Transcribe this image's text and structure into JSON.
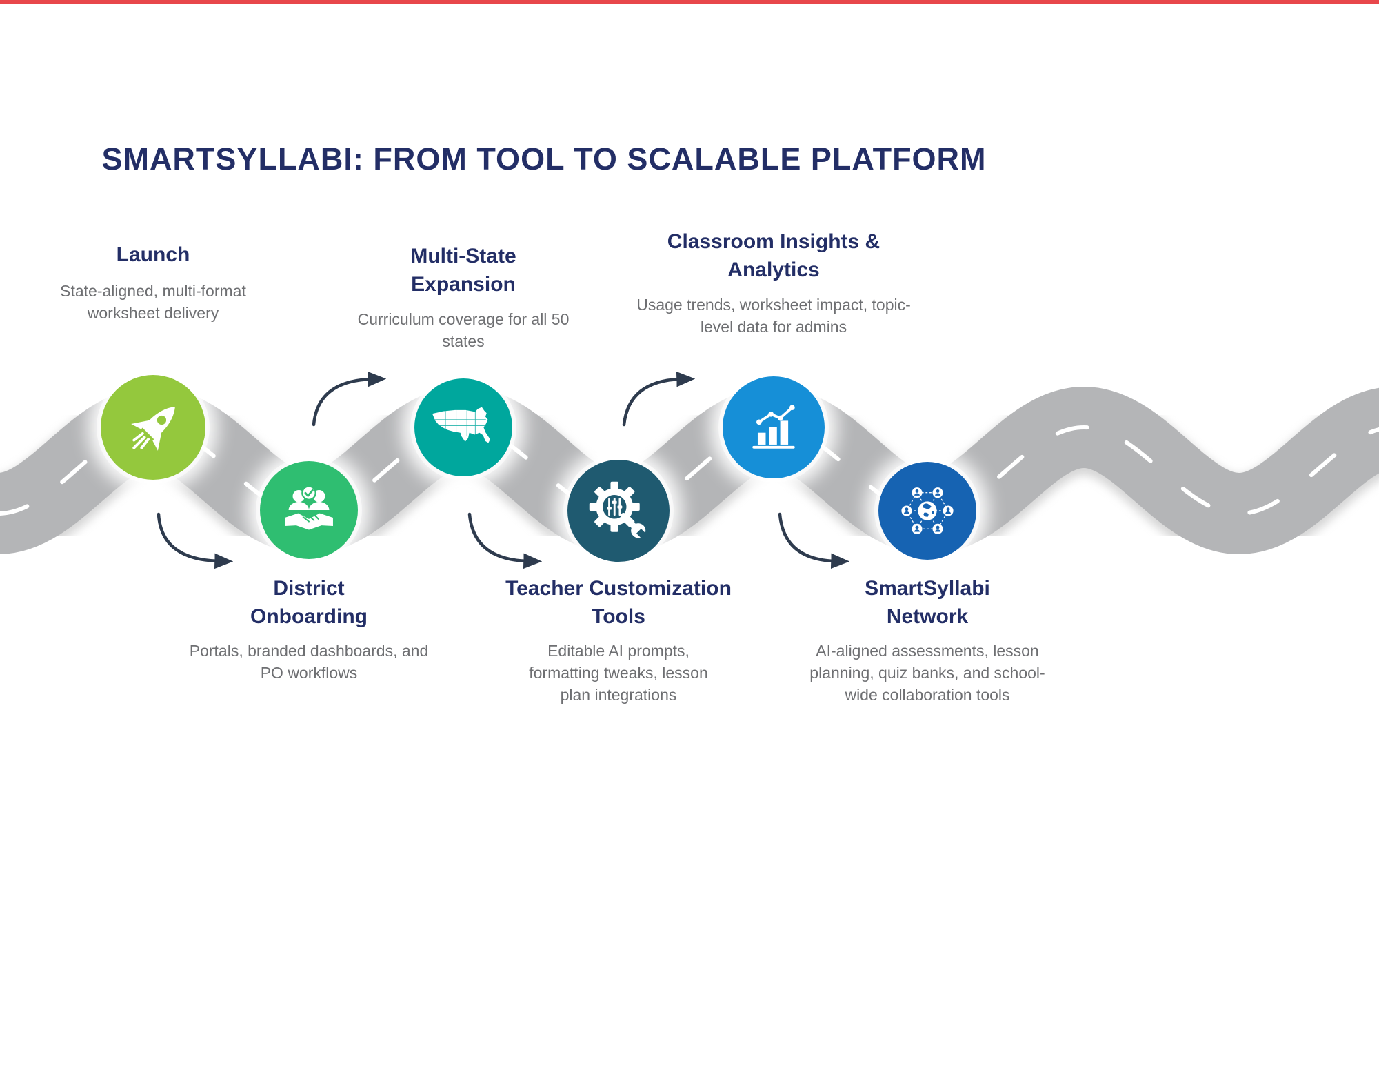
{
  "title": "SMARTSYLLABI: FROM TOOL TO SCALABLE PLATFORM",
  "palette": {
    "title_navy": "#232e66",
    "body_gray": "#6e6f72",
    "road_gray": "#b4b5b7",
    "road_dash_white": "#ffffff",
    "arrow_dark": "#2e3b4e",
    "top_strip_red": "#e8474b",
    "launch_green": "#94c83d",
    "onboarding_green": "#2fbe71",
    "expansion_teal": "#00a79d",
    "tools_dark_teal": "#1f5a70",
    "insights_blue": "#168fd7",
    "network_blue": "#1663b2"
  },
  "milestones": [
    {
      "title": "Launch",
      "description": "State-aligned, multi-format worksheet delivery",
      "icon": "rocket-icon",
      "color": "#94c83d"
    },
    {
      "title": "District Onboarding",
      "description": "Portals, branded dashboards, and PO workflows",
      "icon": "handshake-icon",
      "color": "#2fbe71"
    },
    {
      "title": "Multi-State Expansion",
      "description": "Curriculum coverage for all 50 states",
      "icon": "usa-map-icon",
      "color": "#00a79d"
    },
    {
      "title": "Teacher Customization Tools",
      "description": "Editable AI prompts, formatting tweaks, lesson plan integrations",
      "icon": "gear-wrench-icon",
      "color": "#1f5a70"
    },
    {
      "title": "Classroom Insights & Analytics",
      "description": "Usage trends, worksheet impact, topic-level data for admins",
      "icon": "bar-chart-icon",
      "color": "#168fd7"
    },
    {
      "title": "SmartSyllabi Network",
      "description": "AI-aligned assessments, lesson planning, quiz banks, and school-wide collaboration tools",
      "icon": "network-globe-icon",
      "color": "#1663b2"
    }
  ]
}
